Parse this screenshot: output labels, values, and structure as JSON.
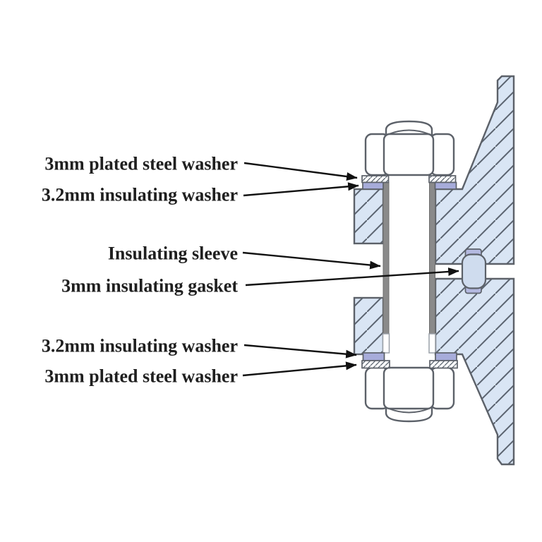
{
  "diagram": {
    "kind": "cross-section",
    "labels": [
      {
        "text": "3mm plated steel washer",
        "target": "top-steel-washer"
      },
      {
        "text": "3.2mm insulating washer",
        "target": "top-insulating-washer"
      },
      {
        "text": "Insulating sleeve",
        "target": "insulating-sleeve"
      },
      {
        "text": "3mm insulating gasket",
        "target": "insulating-gasket"
      },
      {
        "text": "3.2mm insulating washer",
        "target": "bottom-insulating-washer"
      },
      {
        "text": "3mm plated steel washer",
        "target": "bottom-steel-washer"
      }
    ],
    "colors": {
      "background": "#ffffff",
      "flange_fill": "#d9e5f4",
      "hatch_line": "#5b6470",
      "outline": "#5c6169",
      "insulating_washer": "#a7acda",
      "gasket_tab": "#b4b9e0",
      "gasket_seal_fill": "#cfdcee",
      "sleeve_gray": "#8a8a8a",
      "leader_line": "#111111",
      "label_text": "#1f1f1f"
    }
  }
}
